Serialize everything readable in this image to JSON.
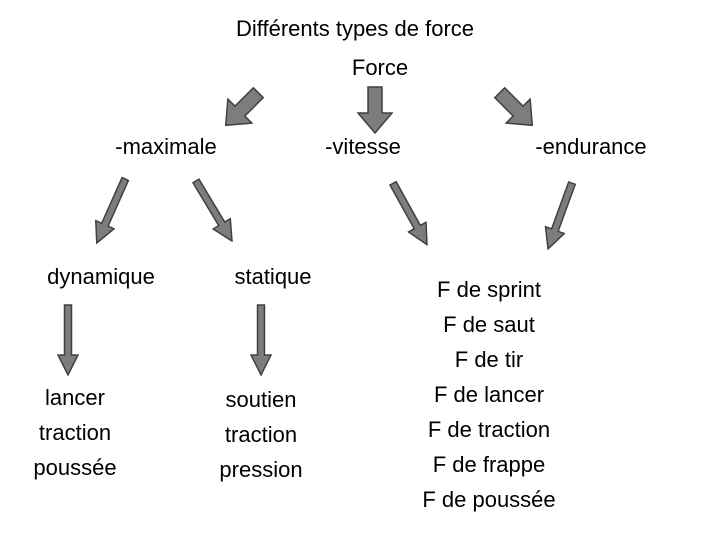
{
  "title": "Différents types de force",
  "root_label": "Force",
  "level1": {
    "maximale": "-maximale",
    "vitesse": "-vitesse",
    "endurance": "-endurance"
  },
  "level2": {
    "dynamique": "dynamique",
    "statique": "statique"
  },
  "lists": {
    "dynamique": [
      "lancer",
      "traction",
      "poussée"
    ],
    "statique": [
      "soutien",
      "traction",
      "pression"
    ],
    "vitesse_endurance": [
      "F de sprint",
      "F de saut",
      "F de tir",
      "F de lancer",
      "F de traction",
      "F de frappe",
      "F de poussée"
    ]
  },
  "connectors": [
    {
      "from": "Force",
      "to": "-maximale",
      "direction": "down-left",
      "style": "wide"
    },
    {
      "from": "Force",
      "to": "-vitesse",
      "direction": "down",
      "style": "wide"
    },
    {
      "from": "Force",
      "to": "-endurance",
      "direction": "down-right",
      "style": "wide"
    },
    {
      "from": "-maximale",
      "to": "dynamique",
      "direction": "down-left",
      "style": "thin"
    },
    {
      "from": "-maximale",
      "to": "statique",
      "direction": "down-right",
      "style": "thin"
    },
    {
      "from": "-vitesse",
      "to": "force-list",
      "direction": "down-right",
      "style": "thin"
    },
    {
      "from": "-endurance",
      "to": "force-list",
      "direction": "down-left",
      "style": "thin"
    },
    {
      "from": "dynamique",
      "to": "dynamique-list",
      "direction": "down",
      "style": "thin"
    },
    {
      "from": "statique",
      "to": "statique-list",
      "direction": "down",
      "style": "thin"
    }
  ],
  "colors": {
    "background": "#ffffff",
    "text": "#000000",
    "arrow_fill": "#7d7d7d",
    "arrow_stroke": "#404040"
  }
}
